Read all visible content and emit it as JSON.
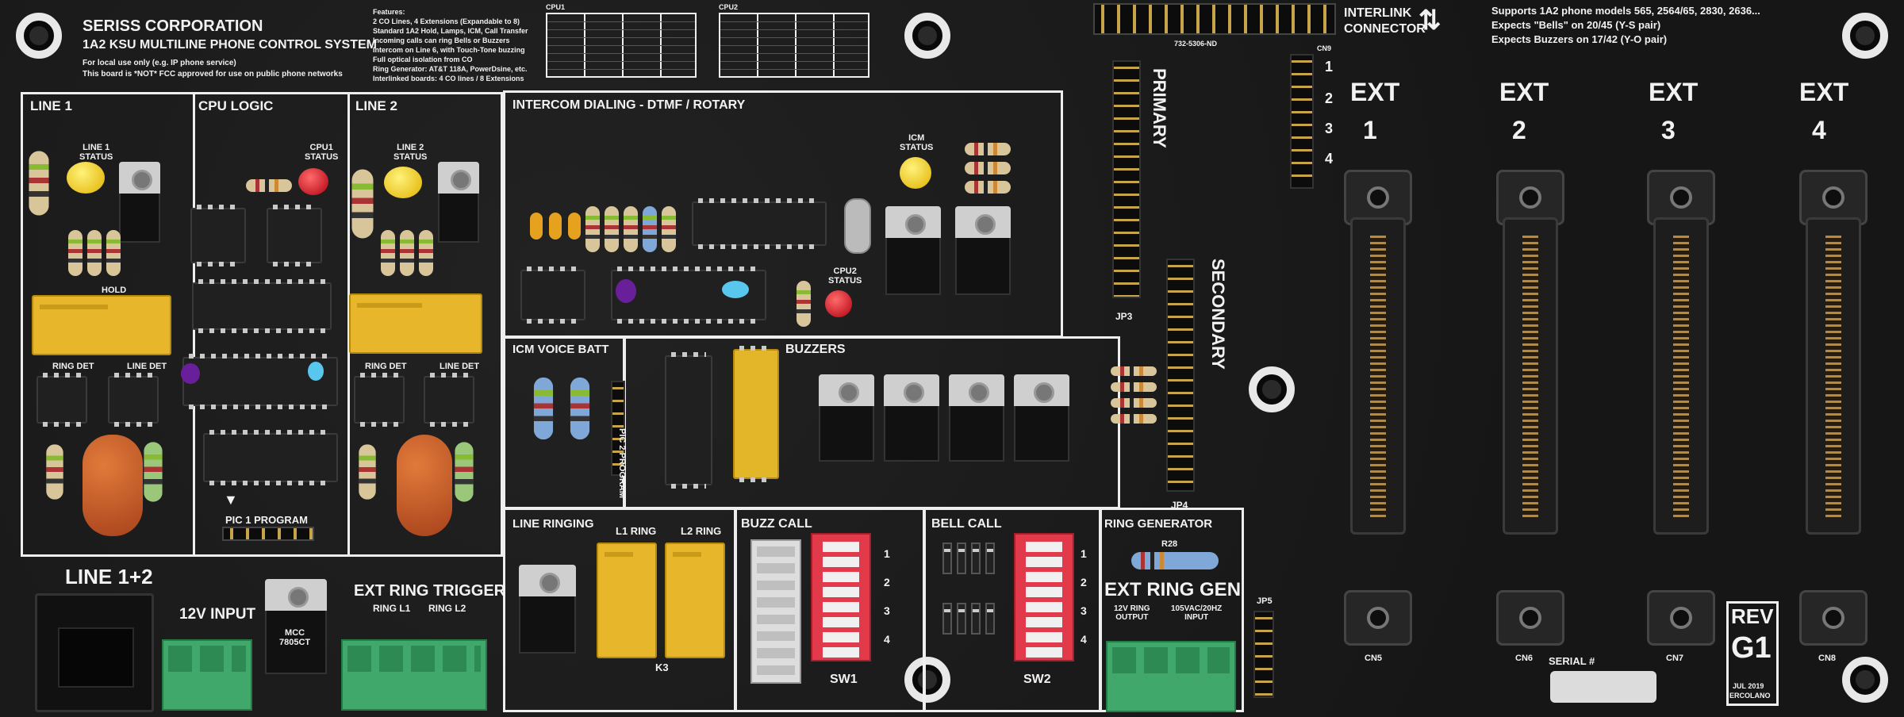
{
  "board": {
    "brand": "SERISS CORPORATION",
    "subtitle": "1A2 KSU MULTILINE PHONE CONTROL SYSTEM",
    "disclaimer1": "For local use only (e.g. IP phone service)",
    "disclaimer2": "This board is *NOT* FCC approved for use on public phone networks"
  },
  "features": {
    "title": "Features:",
    "lines": [
      "2 CO Lines, 4 Extensions (Expandable to 8)",
      "Standard 1A2 Hold, Lamps, ICM, Call Transfer",
      "Incoming calls can ring Bells or Buzzers",
      "Intercom on Line 6, with Touch-Tone buzzing",
      "Full optical isolation from CO",
      "Ring Generator: AT&T 118A, PowerDsine, etc.",
      "Interlinked boards: 4 CO lines / 8 Extensions"
    ]
  },
  "cpu_tables": {
    "cpu1_title": "CPU1",
    "cpu2_title": "CPU2"
  },
  "supports": {
    "line1": "Supports 1A2 phone models 565, 2564/65, 2830, 2636...",
    "line2": "Expects \"Bells\" on 20/45 (Y-S pair)",
    "line3": "Expects Buzzers on 17/42 (Y-O pair)"
  },
  "interlink": {
    "label1": "INTERLINK",
    "label2": "CONNECTOR",
    "part": "732-5306-ND",
    "cn": "CN9"
  },
  "sections": {
    "line1": "LINE 1",
    "cpu_logic": "CPU LOGIC",
    "line2": "LINE 2",
    "intercom": "INTERCOM DIALING - DTMF / ROTARY",
    "icm_voice": "ICM VOICE BATT",
    "buzzers": "BUZZERS",
    "line_ringing": "LINE RINGING",
    "buzz_call": "BUZZ CALL",
    "bell_call": "BELL CALL",
    "ring_gen": "RING GENERATOR"
  },
  "labels": {
    "line1_status": "LINE 1\nSTATUS",
    "cpu1_status": "CPU1\nSTATUS",
    "line2_status": "LINE 2\nSTATUS",
    "icm_status": "ICM\nSTATUS",
    "cpu2_status": "CPU2\nSTATUS",
    "hold": "HOLD",
    "ring_det": "RING DET",
    "line_det": "LINE DET",
    "pic1_program": "PIC 1 PROGRAM",
    "pic2_program": "PIC 2 PROGRAM",
    "l1_ring": "L1 RING",
    "l2_ring": "L2 RING",
    "line12": "LINE 1+2",
    "input12v": "12V INPUT",
    "ext_ring_trigger": "EXT RING TRIGGER",
    "ring_l1": "RING L1",
    "ring_l2": "RING L2",
    "ext_ring_gen": "EXT RING GEN",
    "ring_output": "12V RING\nOUTPUT",
    "ring_input": "105VAC/20HZ\nINPUT",
    "primary": "PRIMARY",
    "secondary": "SECONDARY",
    "jp3": "JP3",
    "jp4": "JP4",
    "jp5": "JP5",
    "sw1": "SW1",
    "sw2": "SW2",
    "k3": "K3",
    "serial": "SERIAL #",
    "rev": "REV",
    "rev_code": "G1",
    "date": "JUL 2019",
    "author": "ERCOLANO",
    "ext1": "EXT",
    "n1": "1",
    "n2": "2",
    "n3": "3",
    "n4": "4",
    "cn5": "CN5",
    "cn6": "CN6",
    "cn7": "CN7",
    "cn8": "CN8",
    "mcc": "MCC\n7805CT",
    "r28": "R28"
  }
}
